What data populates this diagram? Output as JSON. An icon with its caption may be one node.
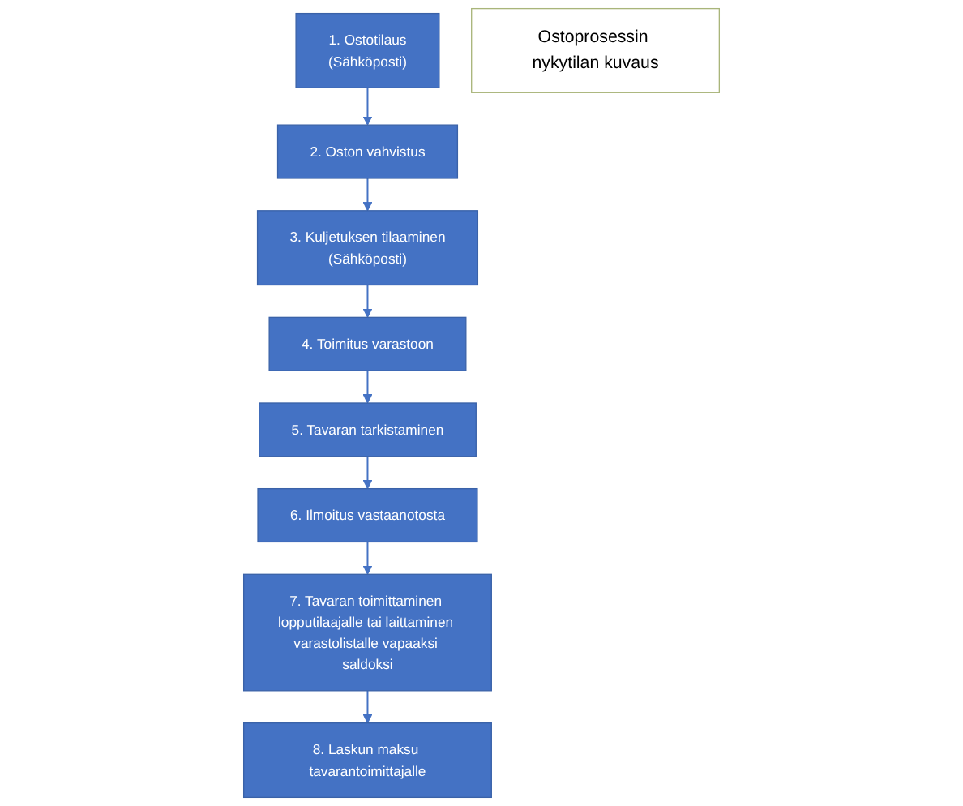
{
  "diagram": {
    "nodes": [
      {
        "text": [
          "1. Ostotilaus",
          "(Sähköposti)"
        ]
      },
      {
        "text": [
          "2. Oston vahvistus"
        ]
      },
      {
        "text": [
          "3. Kuljetuksen tilaaminen",
          "(Sähköposti)"
        ]
      },
      {
        "text": [
          "4. Toimitus varastoon"
        ]
      },
      {
        "text": [
          "5. Tavaran tarkistaminen"
        ]
      },
      {
        "text": [
          "6. Ilmoitus vastaanotosta"
        ]
      },
      {
        "text": [
          "7. Tavaran toimittaminen lopputilaajalle tai laittaminen varastolistalle vapaaksi saldoksi"
        ]
      },
      {
        "text": [
          "8. Laskun maksu tavarantoimittajalle"
        ]
      },
      {
        "text": [
          "Ostoprosessin nykytilan kuvaus"
        ]
      }
    ],
    "edges": [
      {
        "from": 0,
        "to": 1,
        "arrow": "to"
      },
      {
        "from": 1,
        "to": 2,
        "arrow": "to"
      },
      {
        "from": 2,
        "to": 3,
        "arrow": "to"
      },
      {
        "from": 3,
        "to": 4,
        "arrow": "to"
      },
      {
        "from": 4,
        "to": 5,
        "arrow": "to"
      },
      {
        "from": 5,
        "to": 6,
        "arrow": "to"
      },
      {
        "from": 6,
        "to": 7,
        "arrow": "to"
      }
    ]
  }
}
